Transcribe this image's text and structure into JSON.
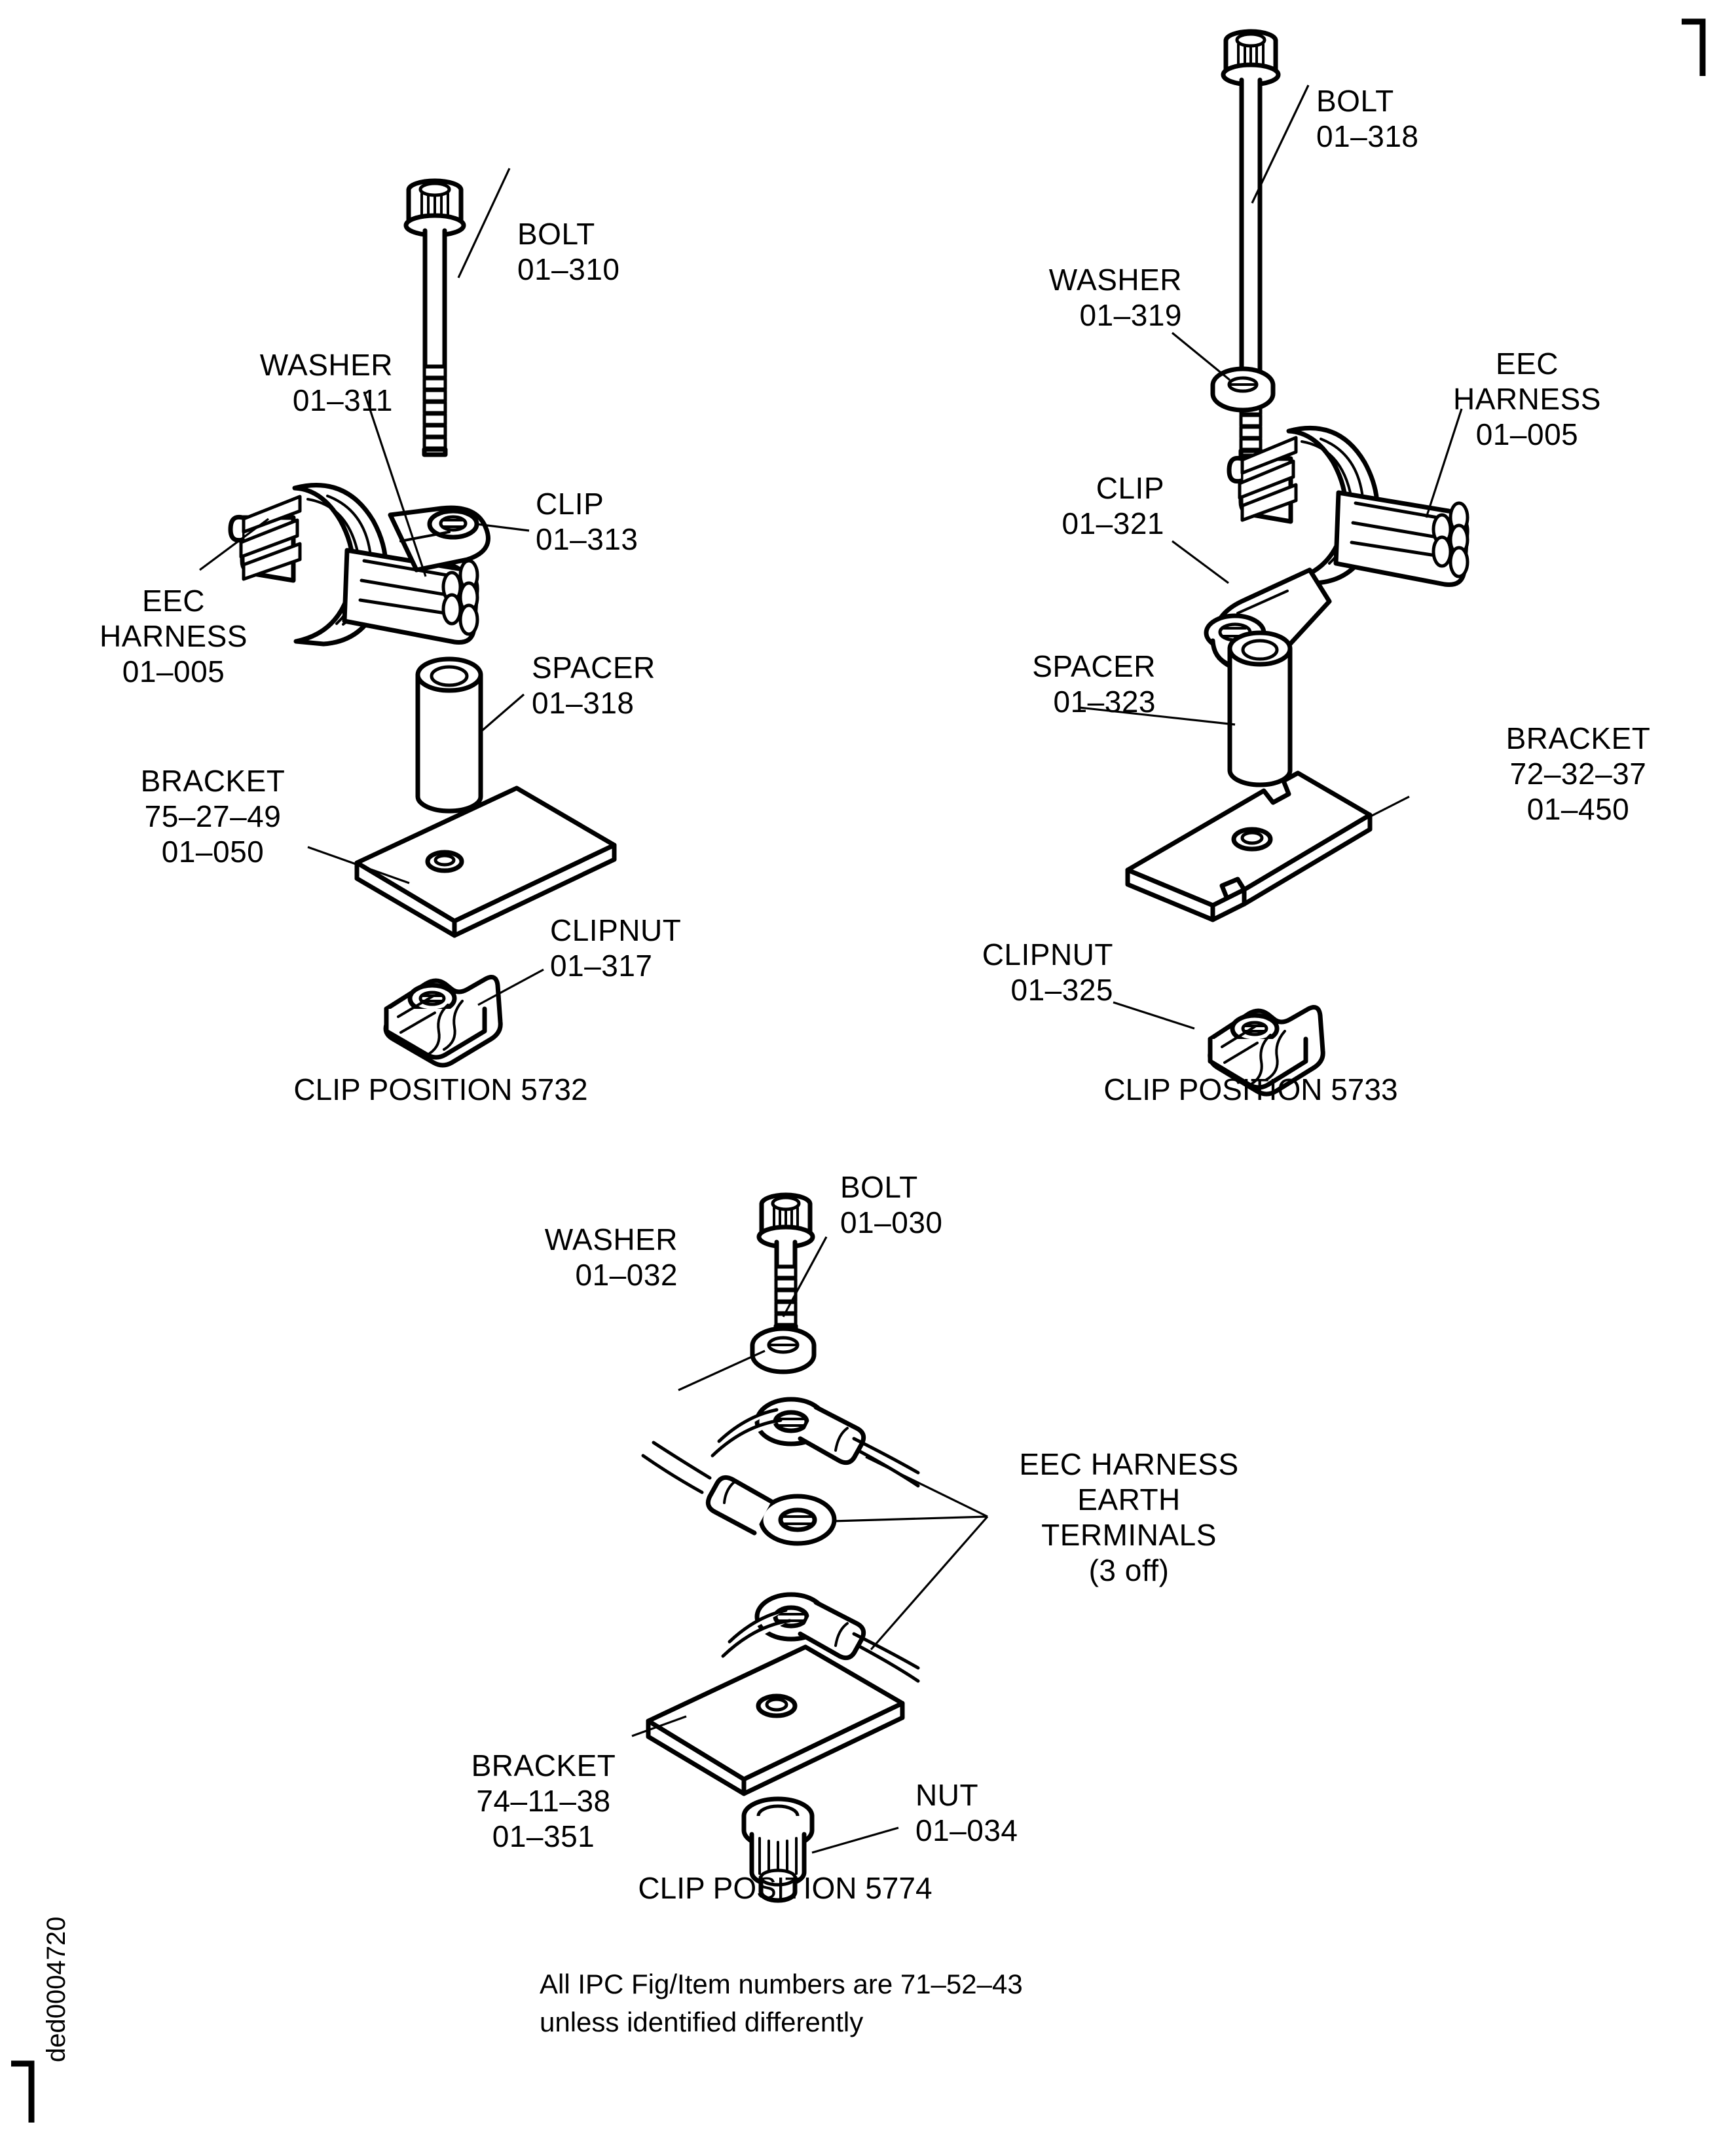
{
  "drawing": {
    "id_tag": "ded0004720",
    "footer_note_line1": "All IPC Fig/Item numbers are 71–52–43",
    "footer_note_line2": "unless identified differently"
  },
  "assemblies": [
    {
      "id": "clip-position-5732",
      "position_label": "CLIP POSITION 5732",
      "parts": [
        {
          "name": "BOLT",
          "numbers": [
            "01–310"
          ]
        },
        {
          "name": "WASHER",
          "numbers": [
            "01–311"
          ]
        },
        {
          "name": "CLIP",
          "numbers": [
            "01–313"
          ]
        },
        {
          "name": "EEC\nHARNESS",
          "numbers": [
            "01–005"
          ]
        },
        {
          "name": "SPACER",
          "numbers": [
            "01–318"
          ]
        },
        {
          "name": "BRACKET",
          "numbers": [
            "75–27–49",
            "01–050"
          ]
        },
        {
          "name": "CLIPNUT",
          "numbers": [
            "01–317"
          ]
        }
      ]
    },
    {
      "id": "clip-position-5733",
      "position_label": "CLIP POSITION 5733",
      "parts": [
        {
          "name": "BOLT",
          "numbers": [
            "01–318"
          ]
        },
        {
          "name": "WASHER",
          "numbers": [
            "01–319"
          ]
        },
        {
          "name": "EEC\nHARNESS",
          "numbers": [
            "01–005"
          ]
        },
        {
          "name": "CLIP",
          "numbers": [
            "01–321"
          ]
        },
        {
          "name": "SPACER",
          "numbers": [
            "01–323"
          ]
        },
        {
          "name": "BRACKET",
          "numbers": [
            "72–32–37",
            "01–450"
          ]
        },
        {
          "name": "CLIPNUT",
          "numbers": [
            "01–325"
          ]
        }
      ]
    },
    {
      "id": "clip-position-5774",
      "position_label": "CLIP POSITION 5774",
      "parts": [
        {
          "name": "BOLT",
          "numbers": [
            "01–030"
          ]
        },
        {
          "name": "WASHER",
          "numbers": [
            "01–032"
          ]
        },
        {
          "name": "EEC HARNESS\nEARTH\nTERMINALS",
          "numbers": [
            "(3 off)"
          ]
        },
        {
          "name": "BRACKET",
          "numbers": [
            "74–11–38",
            "01–351"
          ]
        },
        {
          "name": "NUT",
          "numbers": [
            "01–034"
          ]
        }
      ]
    }
  ],
  "labels": {
    "a1_bolt_name": "BOLT",
    "a1_bolt_num": "01–310",
    "a1_washer_name": "WASHER",
    "a1_washer_num": "01–311",
    "a1_clip_name": "CLIP",
    "a1_clip_num": "01–313",
    "a1_harness_l1": "EEC",
    "a1_harness_l2": "HARNESS",
    "a1_harness_num": "01–005",
    "a1_spacer_name": "SPACER",
    "a1_spacer_num": "01–318",
    "a1_bracket_name": "BRACKET",
    "a1_bracket_num1": "75–27–49",
    "a1_bracket_num2": "01–050",
    "a1_clipnut_name": "CLIPNUT",
    "a1_clipnut_num": "01–317",
    "a1_position": "CLIP POSITION 5732",
    "a2_bolt_name": "BOLT",
    "a2_bolt_num": "01–318",
    "a2_washer_name": "WASHER",
    "a2_washer_num": "01–319",
    "a2_harness_l1": "EEC",
    "a2_harness_l2": "HARNESS",
    "a2_harness_num": "01–005",
    "a2_clip_name": "CLIP",
    "a2_clip_num": "01–321",
    "a2_spacer_name": "SPACER",
    "a2_spacer_num": "01–323",
    "a2_bracket_name": "BRACKET",
    "a2_bracket_num1": "72–32–37",
    "a2_bracket_num2": "01–450",
    "a2_clipnut_name": "CLIPNUT",
    "a2_clipnut_num": "01–325",
    "a2_position": "CLIP POSITION 5733",
    "a3_bolt_name": "BOLT",
    "a3_bolt_num": "01–030",
    "a3_washer_name": "WASHER",
    "a3_washer_num": "01–032",
    "a3_term_l1": "EEC HARNESS",
    "a3_term_l2": "EARTH",
    "a3_term_l3": "TERMINALS",
    "a3_term_l4": "(3 off)",
    "a3_bracket_name": "BRACKET",
    "a3_bracket_num1": "74–11–38",
    "a3_bracket_num2": "01–351",
    "a3_nut_name": "NUT",
    "a3_nut_num": "01–034",
    "a3_position": "CLIP POSITION 5774"
  }
}
